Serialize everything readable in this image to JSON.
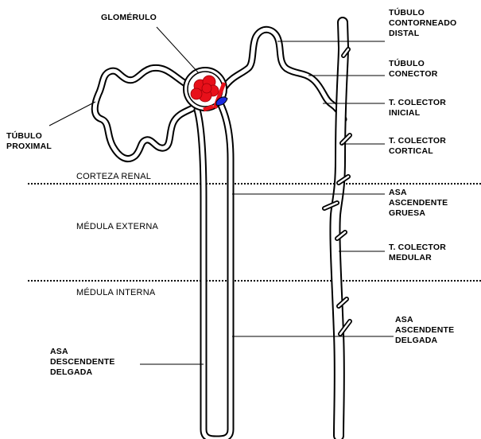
{
  "labels": {
    "glomerulo": "GLOMÉRULO",
    "tubulo_proximal": [
      "TÚBULO",
      "PROXIMAL"
    ],
    "tubulo_distal": [
      "TÚBULO",
      "CONTORNEADO",
      "DISTAL"
    ],
    "tubulo_conector": [
      "TÚBULO",
      "CONECTOR"
    ],
    "colector_inicial": [
      "T. COLECTOR",
      "INICIAL"
    ],
    "colector_cortical": [
      "T. COLECTOR",
      "CORTICAL"
    ],
    "asa_gruesa": [
      "ASA",
      "ASCENDENTE",
      "GRUESA"
    ],
    "colector_medular": [
      "T. COLECTOR",
      "MEDULAR"
    ],
    "asa_delgada_asc": [
      "ASA",
      "ASCENDENTE",
      "DELGADA"
    ],
    "asa_delgada_desc": [
      "ASA",
      "DESCENDENTE",
      "DELGADA"
    ]
  },
  "zones": {
    "corteza": "CORTEZA RENAL",
    "medula_externa": "MÉDULA EXTERNA",
    "medula_interna": "MÉDULA INTERNA"
  },
  "colors": {
    "glomerulus": "#e8101a",
    "macula": "#1a2adf",
    "line": "#000000"
  }
}
